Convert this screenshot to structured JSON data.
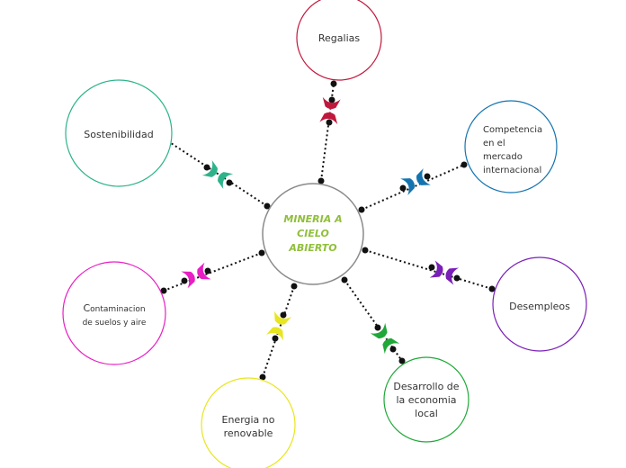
{
  "center": {
    "label": "MINERIA A CIELO ABIERTO",
    "line1": "MINERIA A",
    "line2": "CIELO",
    "line3": "ABIERTO",
    "color": "#8fbf3a"
  },
  "nodes": {
    "regalias": {
      "label": "Regalias",
      "color": "#c0183c"
    },
    "sostenibilidad": {
      "label": "Sostenibilidad",
      "color": "#2db38a"
    },
    "competencia": {
      "label": "Competencia en el mercado internacional",
      "line1": "Competencia",
      "line2": "en el",
      "line3": "mercado",
      "line4": "internacional",
      "color": "#1474b0"
    },
    "desempleos": {
      "label": "Desempleos",
      "color": "#7a1fb8"
    },
    "contaminacion": {
      "label": "Contaminacion de suelos y aire",
      "first": "C",
      "rest": "ontaminacion",
      "line2": "de suelos y aire",
      "color": "#e91ec4"
    },
    "desarrollo": {
      "label": "Desarrollo de la economia local",
      "line1": "Desarrollo de",
      "line2": "la economia",
      "line3": "local",
      "color": "#1fa838"
    },
    "energia": {
      "label": "Energia no renovable",
      "line1": "Energia no",
      "line2": "renovable",
      "color": "#e8e620"
    }
  }
}
